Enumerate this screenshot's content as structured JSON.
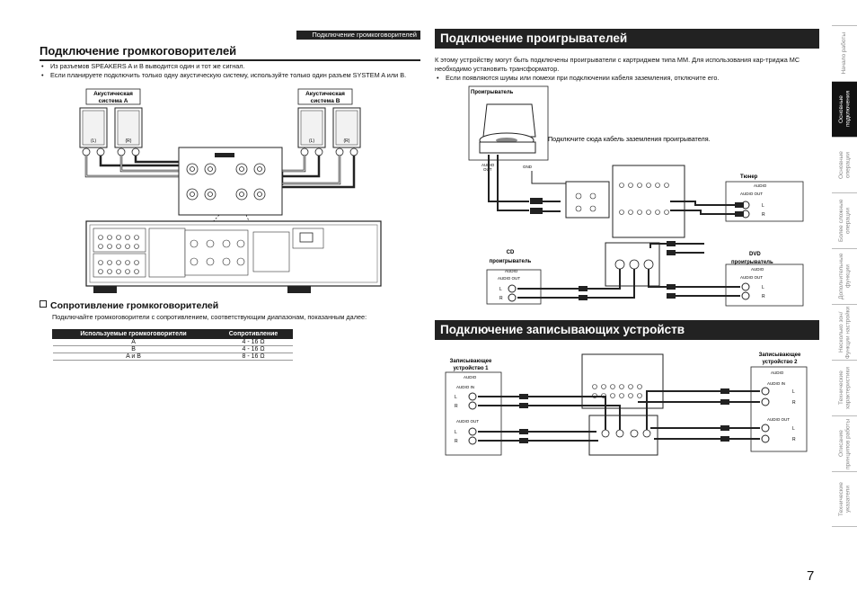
{
  "header_tab": "Подключение громкоговорителей",
  "left": {
    "title": "Подключение громкоговорителей",
    "bullets": [
      "Из разъемов SPEAKERS A и B выводится один и тот же сигнал.",
      "Если планируете подключить только одну акустическую систему, используйте только один разъем SYSTEM A или B."
    ],
    "diagram": {
      "speaker_a": "Акустическая система A",
      "speaker_b": "Акустическая система B",
      "l": "(L)",
      "r": "(R)"
    },
    "impedance": {
      "title": "Сопротивление громкоговорителей",
      "text": "Подключайте громкоговорители с сопротивлением, соответствующим диапазонам, показанным далее:",
      "headers": [
        "Используемые громкоговорители",
        "Сопротивление"
      ],
      "rows": [
        [
          "A",
          "4 - 16 Ω"
        ],
        [
          "B",
          "4 - 16 Ω"
        ],
        [
          "A и B",
          "8 - 16 Ω"
        ]
      ]
    }
  },
  "players": {
    "title": "Подключение проигрывателей",
    "text": "К этому устройству могут быть подключены проигрыватели с картриджем типа MM. Для использования кар-триджа MC необходимо установить трансформатор.",
    "bullet": "Если появляются шумы или помехи при подключении кабеля заземления, отключите его.",
    "turntable": "Проигрыватель",
    "audio_out": "AUDIO OUT",
    "gnd": "GND",
    "ground_note": "Подключите сюда кабель заземления проигрывателя.",
    "tuner": "Тюнер",
    "cd": "CD проигрыватель",
    "dvd": "DVD проигрыватель",
    "audio": "AUDIO",
    "audio_out_small": "AUDIO OUT",
    "l": "L",
    "r": "R"
  },
  "recorders": {
    "title": "Подключение записывающих устройств",
    "rec1": "Записывающее устройство 1",
    "rec2": "Записывающее устройство 2",
    "audio": "AUDIO",
    "audio_in": "AUDIO IN",
    "audio_out": "AUDIO OUT",
    "l": "L",
    "r": "R"
  },
  "sidebar": [
    {
      "label": "Начало работы",
      "active": false
    },
    {
      "label": "Основные подключения",
      "active": true
    },
    {
      "label": "Основные операции",
      "active": false
    },
    {
      "label": "Более сложные операции",
      "active": false
    },
    {
      "label": "Дополнительные функции",
      "active": false
    },
    {
      "label": "Несколько зон/Функции настройки",
      "active": false
    },
    {
      "label": "Технические характеристики",
      "active": false
    },
    {
      "label": "Описание принципов работы",
      "active": false
    },
    {
      "label": "Технические указатели",
      "active": false
    }
  ],
  "page_number": "7"
}
